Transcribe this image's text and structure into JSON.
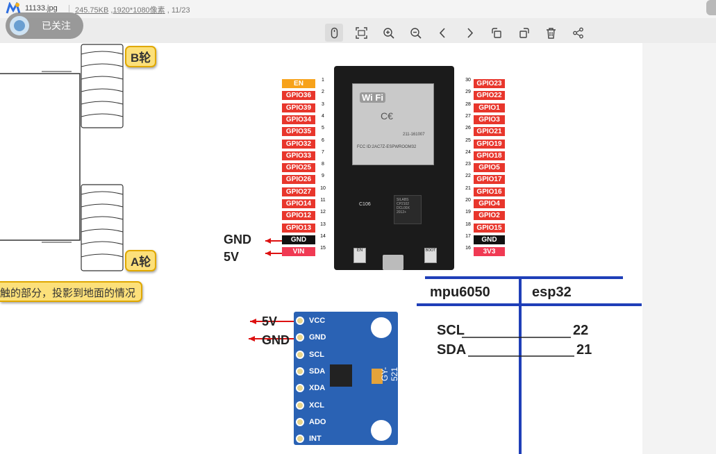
{
  "titlebar": {
    "filename": "11133.jpg",
    "separator": "|",
    "filesize": "245.75KB",
    "resolution": "1920*1080像素",
    "index": "11/23"
  },
  "follow": {
    "label": "已关注"
  },
  "toolbar": {
    "buttons": [
      {
        "name": "mouse-mode",
        "icon": "mouse-icon"
      },
      {
        "name": "fit-screen",
        "icon": "fit-screen-icon"
      },
      {
        "name": "zoom-in",
        "icon": "zoom-in-icon"
      },
      {
        "name": "zoom-out",
        "icon": "zoom-out-icon"
      },
      {
        "name": "previous",
        "icon": "chevron-left-icon"
      },
      {
        "name": "next",
        "icon": "chevron-right-icon"
      },
      {
        "name": "rotate-left",
        "icon": "rotate-left-icon"
      },
      {
        "name": "rotate-right",
        "icon": "rotate-right-icon"
      },
      {
        "name": "delete",
        "icon": "trash-icon"
      },
      {
        "name": "share",
        "icon": "share-icon"
      }
    ]
  },
  "image": {
    "wheel_b": "B轮",
    "wheel_a": "A轮",
    "note": "触的部分，投影到地面的情况",
    "esp_left_pins": [
      "EN",
      "GPIO36",
      "GPIO39",
      "GPIO34",
      "GPIO35",
      "GPIO32",
      "GPIO33",
      "GPIO25",
      "GPIO26",
      "GPIO27",
      "GPIO14",
      "GPIO12",
      "GPIO13",
      "GND",
      "VIN"
    ],
    "esp_left_nums": [
      "1",
      "2",
      "3",
      "4",
      "5",
      "6",
      "7",
      "8",
      "9",
      "10",
      "11",
      "12",
      "13",
      "14",
      "15"
    ],
    "esp_right_pins": [
      "GPIO23",
      "GPIO22",
      "GPIO1",
      "GPIO3",
      "GPIO21",
      "GPIO19",
      "GPIO18",
      "GPIO5",
      "GPIO17",
      "GPIO16",
      "GPIO4",
      "GPIO2",
      "GPIO15",
      "GND",
      "3V3"
    ],
    "esp_right_nums": [
      "30",
      "29",
      "28",
      "27",
      "26",
      "25",
      "24",
      "23",
      "22",
      "21",
      "20",
      "19",
      "18",
      "17",
      "16"
    ],
    "esp_gnd": "GND",
    "esp_5v": "5V",
    "wifi": "Wi Fi",
    "fcc": "FCC ID:2AC7Z-ESPWROOM32",
    "r_code": "211-161007",
    "chip": "SILABS CP2102 DCL00X 2012+",
    "cap": "C106",
    "btn_en": "EN",
    "btn_boot": "BOOT",
    "mpu_arrow_5v": "5V",
    "mpu_arrow_gnd": "GND",
    "mpu_pins": [
      "VCC",
      "GND",
      "SCL",
      "SDA",
      "XDA",
      "XCL",
      "ADO",
      "INT"
    ],
    "mpu_name": "GY-521",
    "table_h1": "mpu6050",
    "table_h2": "esp32",
    "scl_label": "SCL",
    "scl_value": "22",
    "sda_label": "SDA",
    "sda_value": "21"
  }
}
